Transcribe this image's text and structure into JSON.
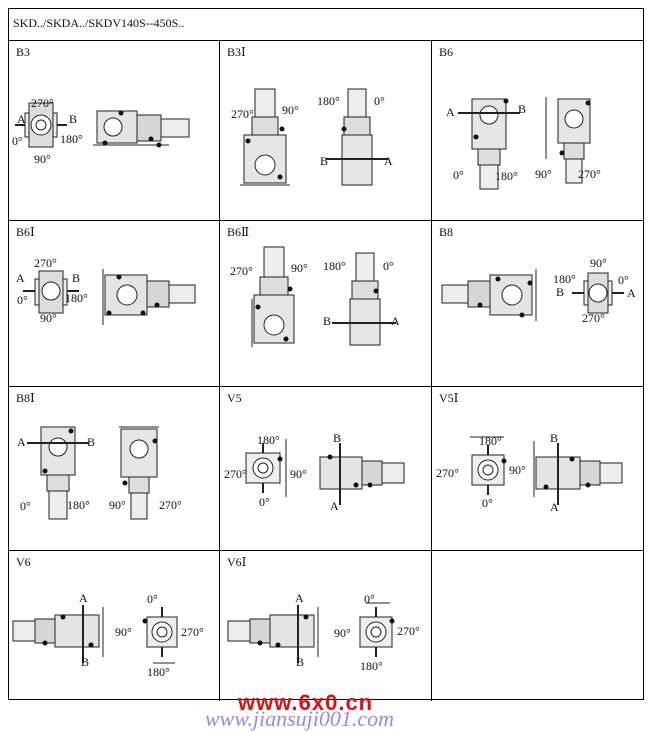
{
  "header": {
    "title": "SKD../SKDA../SKDV140S--450S.."
  },
  "cells": [
    {
      "label": "B3",
      "angles": {
        "a270": "270°",
        "a0": "0°",
        "a90": "90°",
        "a180": "180°"
      },
      "A": "A",
      "B": "B"
    },
    {
      "label": "B3Ⅰ",
      "angles": {
        "a270": "270°",
        "a90": "90°",
        "a180": "180°",
        "a0": "0°"
      },
      "A": "A",
      "B": "B"
    },
    {
      "label": "B6",
      "angles": {
        "a0": "0°",
        "a180": "180°",
        "a90": "90°",
        "a270": "270°"
      },
      "A": "A",
      "B": "B"
    },
    {
      "label": "B6Ⅰ",
      "angles": {
        "a270": "270°",
        "a0": "0°",
        "a90": "90°",
        "a180": "180°"
      },
      "A": "A",
      "B": "B"
    },
    {
      "label": "B6Ⅱ",
      "angles": {
        "a270": "270°",
        "a90": "90°",
        "a180": "180°",
        "a0": "0°"
      },
      "A": "A",
      "B": "B"
    },
    {
      "label": "B8",
      "angles": {
        "a90": "90°",
        "a180": "180°",
        "a0": "0°",
        "a270": "270°"
      },
      "A": "A",
      "B": "B"
    },
    {
      "label": "B8Ⅰ",
      "angles": {
        "a0": "0°",
        "a180": "180°",
        "a90": "90°",
        "a270": "270°"
      },
      "A": "A",
      "B": "B"
    },
    {
      "label": "V5",
      "angles": {
        "a180": "180°",
        "a270": "270°",
        "a90": "90°",
        "a0": "0°"
      },
      "A": "A",
      "B": "B"
    },
    {
      "label": "V5Ⅰ",
      "angles": {
        "a180": "180°",
        "a270": "270°",
        "a90": "90°",
        "a0": "0°"
      },
      "A": "A",
      "B": "B"
    },
    {
      "label": "V6",
      "angles": {
        "a0": "0°",
        "a90": "90°",
        "a270": "270°",
        "a180": "180°"
      },
      "A": "A",
      "B": "B"
    },
    {
      "label": "V6Ⅰ",
      "angles": {
        "a0": "0°",
        "a90": "90°",
        "a270": "270°",
        "a180": "180°"
      },
      "A": "A",
      "B": "B"
    },
    {
      "label": ""
    }
  ],
  "watermark": {
    "line1": "www.6x0.cn",
    "line2": "www.jiansuji001.com"
  }
}
